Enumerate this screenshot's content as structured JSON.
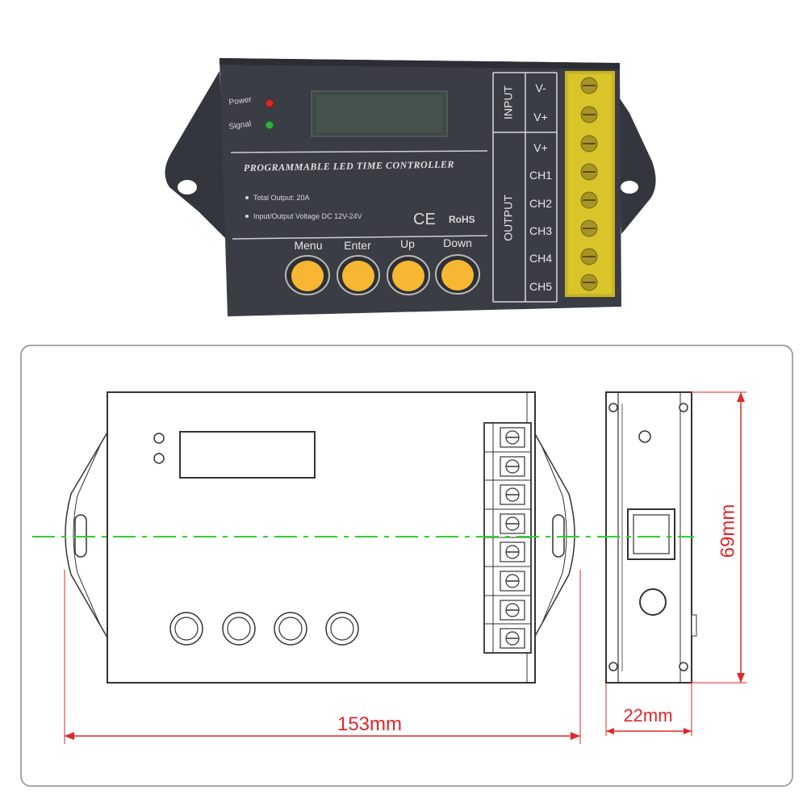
{
  "photo": {
    "indicators": {
      "power": "Power",
      "signal": "Signal"
    },
    "title": "PROGRAMMABLE  LED  TIME  CONTROLLER",
    "specs": [
      "Total Output: 20A",
      "Input/Output Voltage DC 12V-24V"
    ],
    "marks": {
      "ce": "CE",
      "rohs": "RoHS"
    },
    "buttons": [
      "Menu",
      "Enter",
      "Up",
      "Down"
    ],
    "groups": {
      "input": "INPUT",
      "output": "OUTPUT"
    },
    "terminals": [
      "V-",
      "V+",
      "V+",
      "CH1",
      "CH2",
      "CH3",
      "CH4",
      "CH5"
    ],
    "colors": {
      "housing": "#3a3d44",
      "button": "#f7b733",
      "terminal": "#d9c52a",
      "power_led": "#d22a2a",
      "signal_led": "#2fae3c"
    }
  },
  "drawing": {
    "dimensions": {
      "width": "153mm",
      "height": "69mm",
      "depth": "22mm"
    },
    "colors": {
      "dimension": "#e0262b",
      "centerline": "#2fcf2f"
    }
  }
}
